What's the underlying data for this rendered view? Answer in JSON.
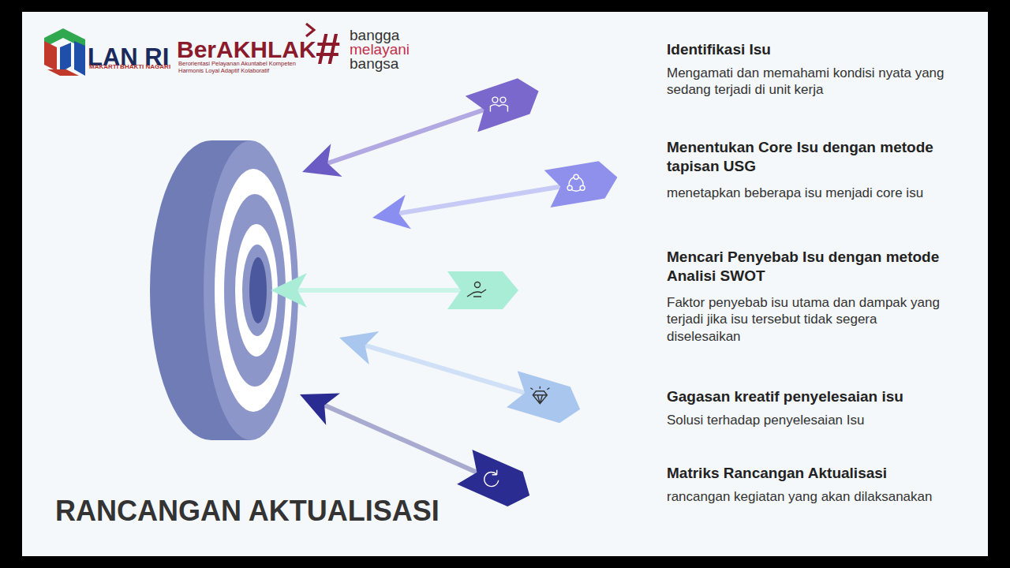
{
  "diagram": {
    "title": "RANCANGAN AKTUALISASI",
    "labels": [
      "LAN RI",
      "MAKARTI BHAKTI NAGARI",
      "BerAKHLAK",
      "Berorientasi Pelayanan Akuntabel Kompeten Harmonis Loyal Adaptif Kolaboratif",
      "#",
      "bangga",
      "melayani",
      "bangsa",
      "Identifikasi Isu",
      "Mengamati dan memahami kondisi nyata yang sedang terjadi di unit kerja",
      "Menentukan Core Isu dengan metode tapisan USG",
      "menetapkan beberapa isu menjadi core isu",
      "Mencari Penyebab Isu dengan metode Analisi SWOT",
      "Faktor penyebab isu utama dan dampak yang terjadi jika isu tersebut tidak segera diselesaikan",
      "Gagasan kreatif penyelesaian isu",
      "Solusi terhadap penyelesaian Isu",
      "Matriks Rancangan Aktualisasi",
      "rancangan kegiatan yang akan dilaksanakan"
    ]
  }
}
